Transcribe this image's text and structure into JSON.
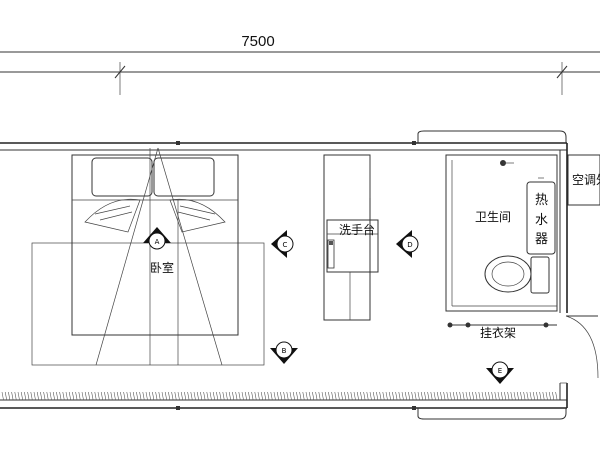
{
  "dimension": {
    "overall_length": "7500"
  },
  "rooms": {
    "bedroom": "卧室",
    "washbasin": "洗手台",
    "bathroom": "卫生间",
    "water_heater": [
      "热",
      "水",
      "器"
    ],
    "wardrobe_rack": "挂衣架",
    "air_conditioner": "空调外"
  },
  "section_markers": {
    "a": "A",
    "b": "B",
    "c": "C",
    "d": "D",
    "e": "E"
  }
}
